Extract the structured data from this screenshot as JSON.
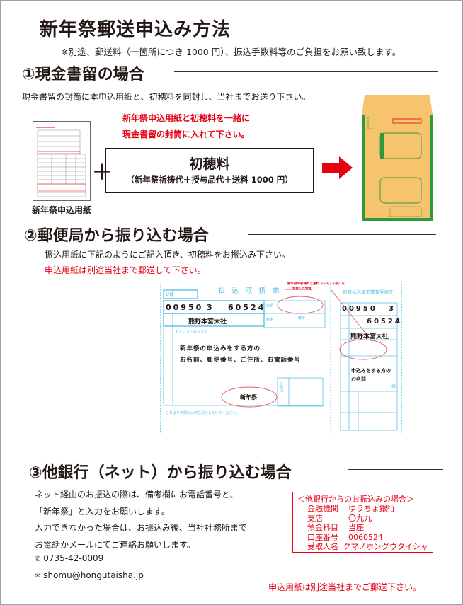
{
  "title": "新年祭郵送申込み方法",
  "note": "※別途、郵送料（一箇所につき 1000 円）、振込手数料等のご負担をお願い致します。",
  "section1": {
    "heading": "①現金書留の場合",
    "text": "現金書留の封筒に本申込用紙と、初穂料を同封し、当社までお送り下さい。",
    "form_label": "新年祭申込用紙",
    "red_line1": "新年祭申込用紙と初穂料を一緒に",
    "red_line2": "現金書留の封筒に入れて下さい。",
    "plus": "＋",
    "box_title": "初穂料",
    "box_sub": "（新年祭祈祷代＋授与品代＋送料 1000 円）"
  },
  "section2": {
    "heading": "②郵便局から振り込む場合",
    "text": "振込用紙に下記のようにご記入頂き、初穂料をお振込み下さい。",
    "red_text": "申込用紙は別途当社まで郵送して下さい。",
    "slip": {
      "title": "払 込 取 扱 票",
      "receipt_title": "振替払込請求書兼受領証",
      "code": "00",
      "account1": "00950",
      "account2": "3",
      "account3": "60524",
      "payee": "熊野本宮大社",
      "addr_label": "おところ・おなまえ",
      "main1": "新年祭の申込みをする方の",
      "main2": "お名前、郵便番号、ご住所、お電話番号",
      "memo": "新年祭",
      "annotation1": "新年祭の祈祷料と送料（千円／ヶ所）を",
      "annotation2": "合計した金額",
      "receipt_name1": "申込みをする方の",
      "receipt_name2": "お名前",
      "sama": "様",
      "amount_label": "金額",
      "fee_label": "料金",
      "bikou": "備考",
      "stamp": "日附印",
      "footer": "これより下部には何も記入しないでください。"
    }
  },
  "section3": {
    "heading": "③他銀行（ネット）から振り込む場合",
    "lines": [
      "ネット経由のお振込の際は、備考欄にお電話番号と、",
      "「新年祭」と入力をお願いします。",
      "入力できなかった場合は、お振込み後、当社社務所まで",
      "お電話かメールにてご連絡お願いします。"
    ],
    "phone": "0735-42-0009",
    "email": "shomu@hongutaisha.jp",
    "bank": {
      "title": "＜他銀行からのお振込みの場合＞",
      "rows": [
        {
          "k": "金融機関",
          "v": "ゆうちょ銀行"
        },
        {
          "k": "支店",
          "v": "〇九九"
        },
        {
          "k": "預金科目",
          "v": "当座"
        },
        {
          "k": "口座番号",
          "v": "0060524"
        },
        {
          "k": "受取人名",
          "v": "クマノホングウタイシャ"
        }
      ]
    },
    "red_footer": "申込用紙は別途当社までご郵送下さい。"
  },
  "colors": {
    "red": "#e60012",
    "slip_blue": "#5bc2e7",
    "envelope": "#f5c46c",
    "envelope_green": "#2e9a3c"
  }
}
